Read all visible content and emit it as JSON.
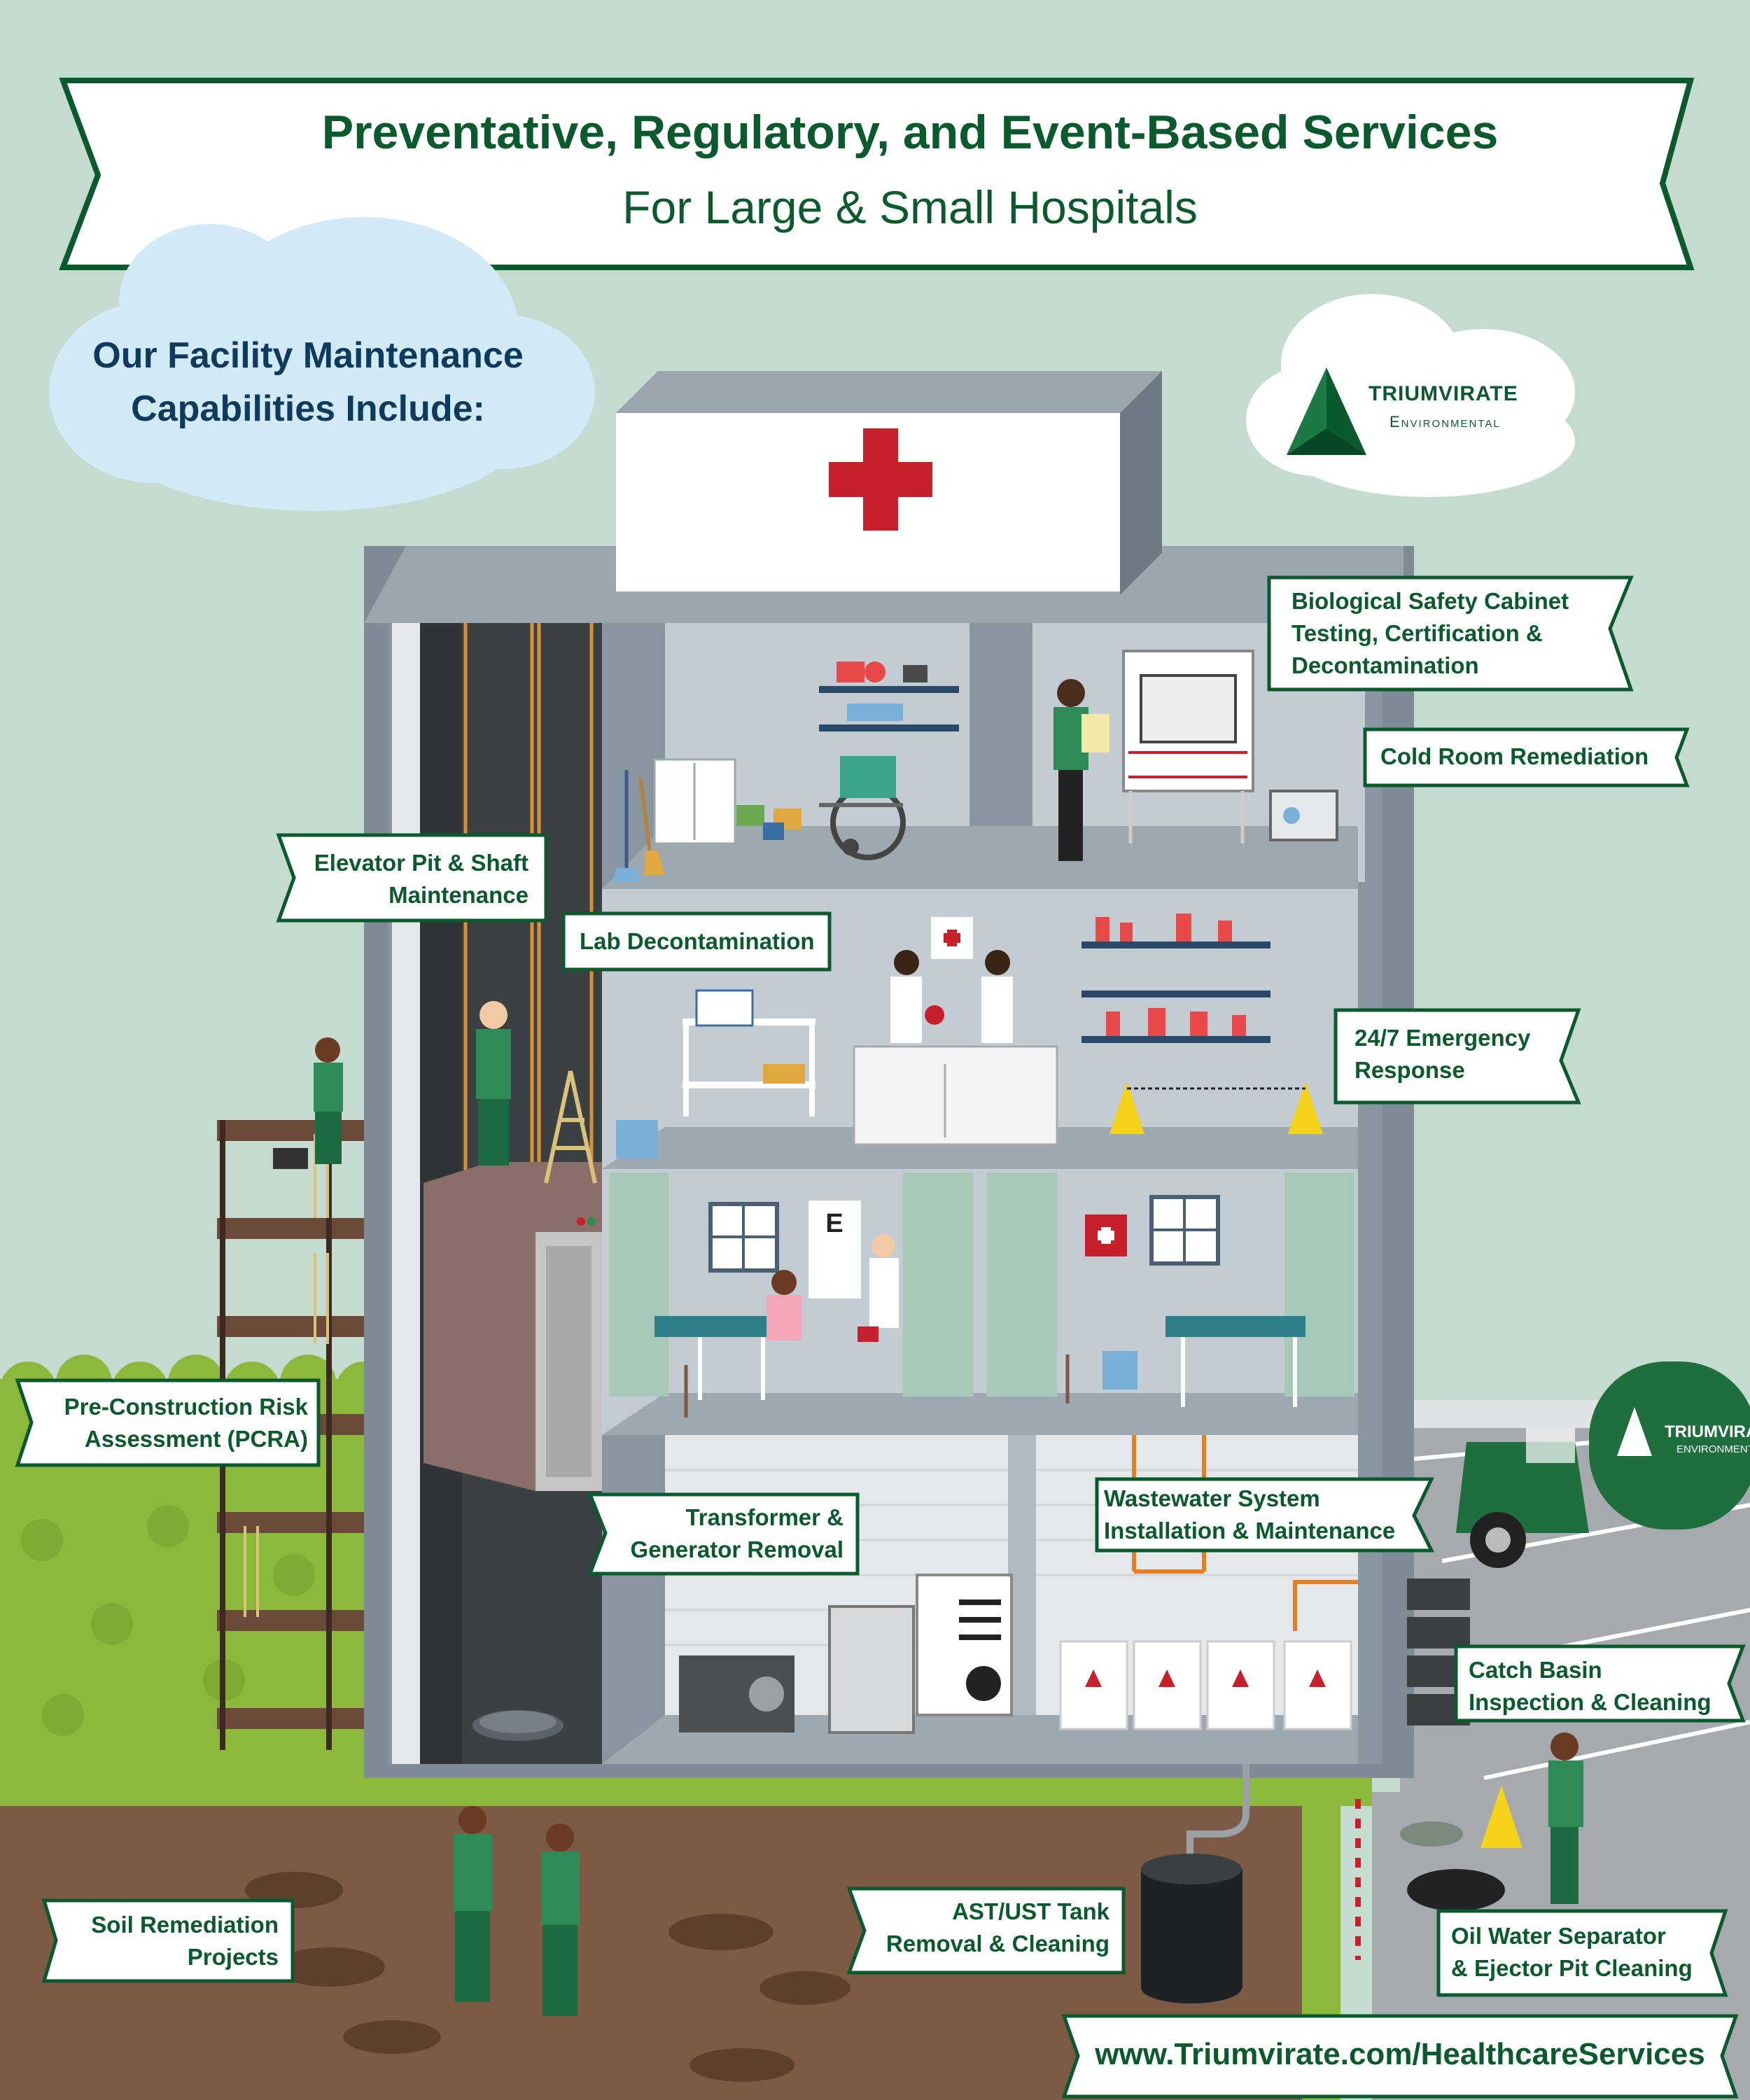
{
  "banner": {
    "title": "Preventative, Regulatory, and Event-Based Services",
    "subtitle": "For Large & Small Hospitals"
  },
  "intro": {
    "line1": "Our Facility Maintenance",
    "line2": "Capabilities Include:"
  },
  "logo": {
    "name": "TRIUMVIRATE",
    "sub": "Environmental"
  },
  "truck": {
    "text1": "TRIUMVIRA",
    "text2": "ENVIRONMENT"
  },
  "services": {
    "bsc_1": "Biological Safety Cabinet",
    "bsc_2": "Testing, Certification &",
    "bsc_3": "Decontamination",
    "cold_room": "Cold Room Remediation",
    "elevator_1": "Elevator Pit & Shaft",
    "elevator_2": "Maintenance",
    "lab": "Lab Decontamination",
    "emergency_1": "24/7 Emergency",
    "emergency_2": "Response",
    "pcra_1": "Pre-Construction Risk",
    "pcra_2": "Assessment (PCRA)",
    "transformer_1": "Transformer &",
    "transformer_2": "Generator Removal",
    "wastewater_1": "Wastewater System",
    "wastewater_2": "Installation & Maintenance",
    "catch_1": "Catch Basin",
    "catch_2": "Inspection & Cleaning",
    "soil_1": "Soil Remediation",
    "soil_2": "Projects",
    "tank_1": "AST/UST Tank",
    "tank_2": "Removal & Cleaning",
    "ows_1": "Oil Water Separator",
    "ows_2": "& Ejector Pit Cleaning"
  },
  "eye_chart": {
    "letter": "E"
  },
  "footer": {
    "url": "www.Triumvirate.com/HealthcareServices"
  },
  "colors": {
    "brand_green": "#0b5a2e",
    "navy": "#0e3a5c",
    "background": "#c5dbd0",
    "cross_red": "#c8202a"
  }
}
